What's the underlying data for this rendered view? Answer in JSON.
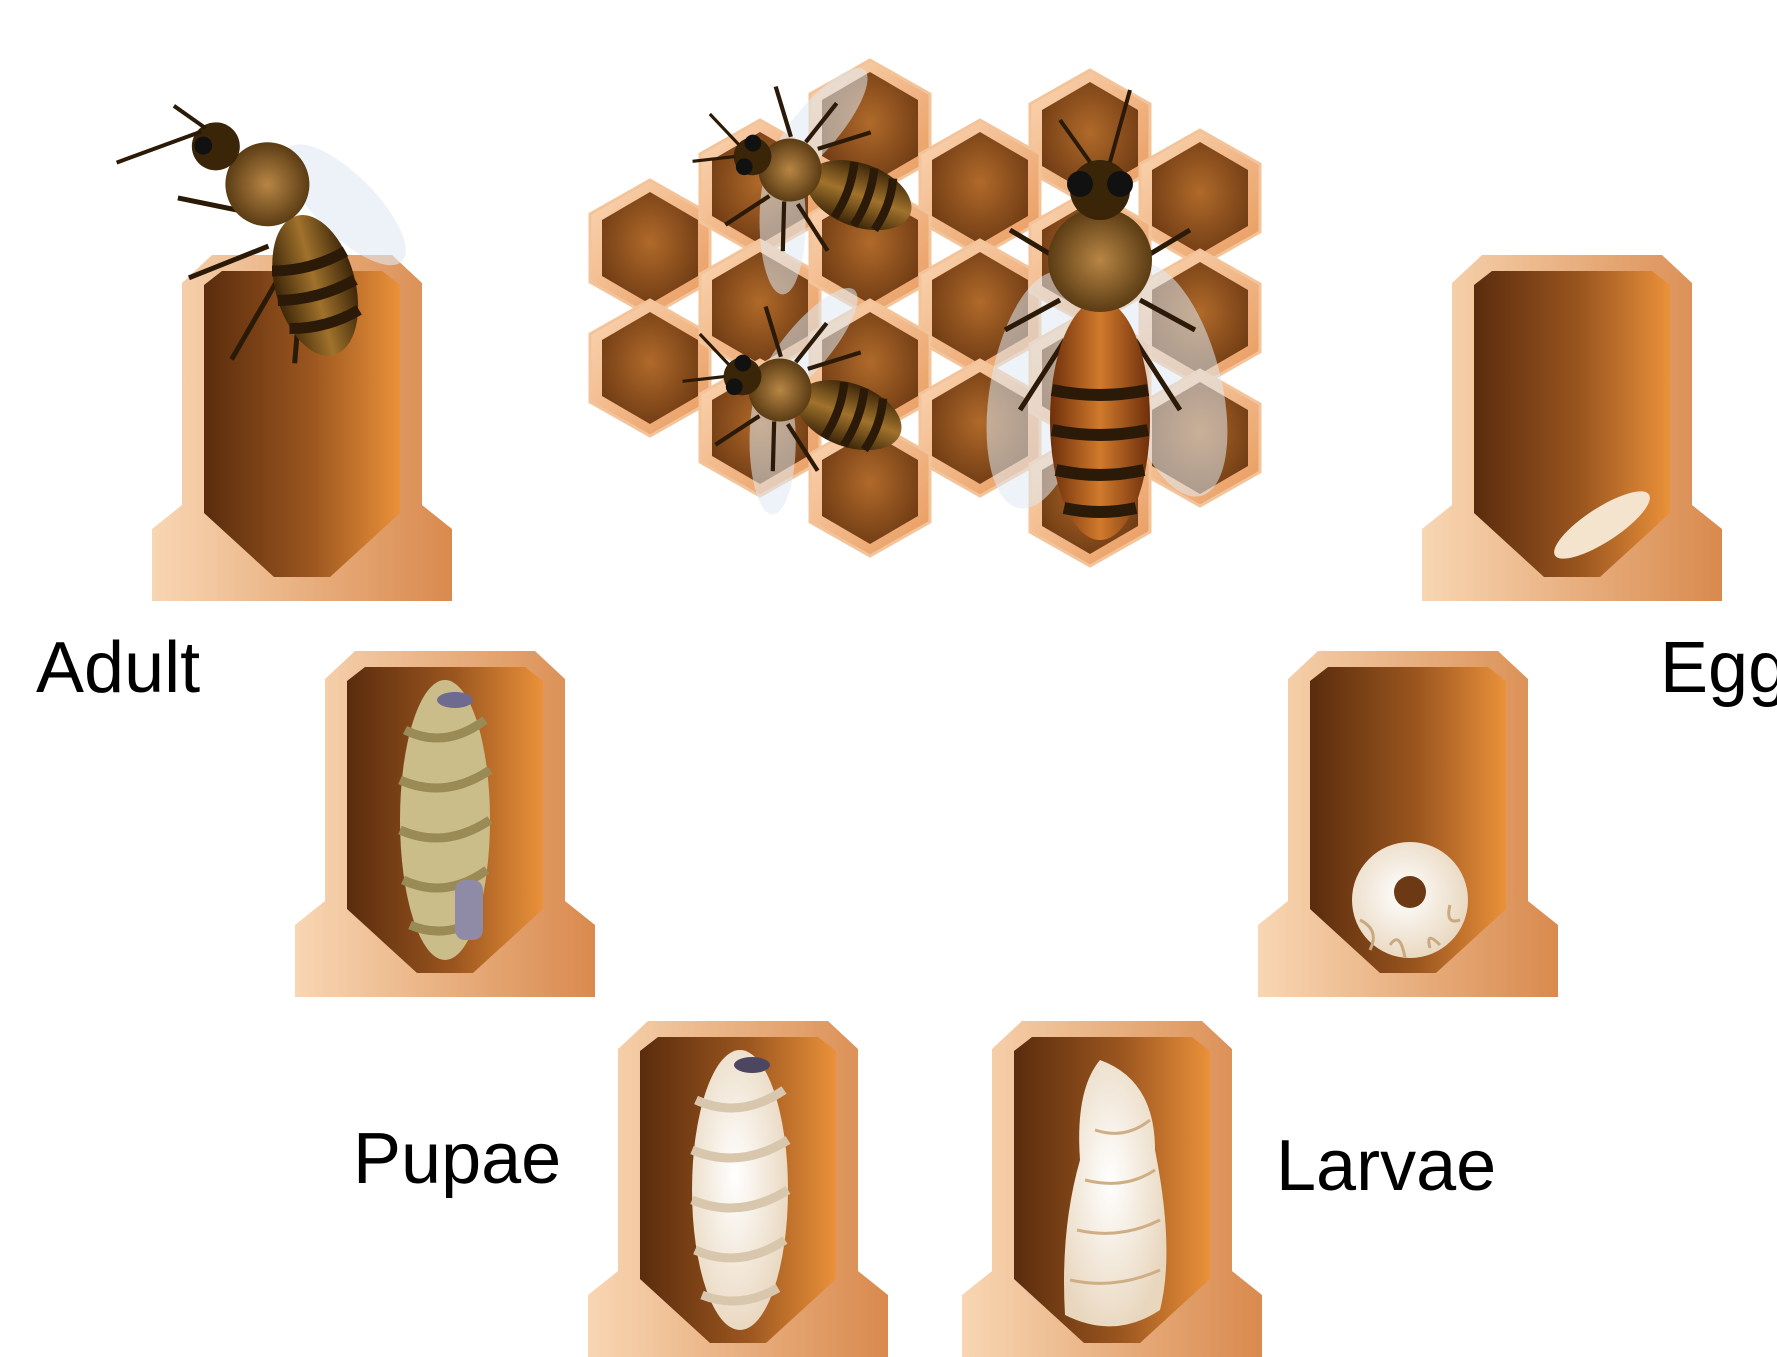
{
  "labels": {
    "adult": "Adult",
    "egg": "Egg",
    "pupae": "Pupae",
    "larvae": "Larvae"
  },
  "colors": {
    "cell_outer_light": "#f6cfaa",
    "cell_outer_dark": "#d98f56",
    "cell_inner_dark": "#5c2e0f",
    "cell_inner_light": "#e48b35",
    "comb_rim": "#f0b07a",
    "bee_body": "#6b4a1a",
    "bee_stripe": "#2b1a08",
    "bee_fuzz": "#b98a4a",
    "wing": "#dfe9f2",
    "larva": "#f4ebdd",
    "pupa_adult": "#c9b880"
  },
  "icons": [
    "honeycomb-icon",
    "honeybee-icon",
    "egg-icon",
    "larva-icon",
    "pupa-icon"
  ]
}
